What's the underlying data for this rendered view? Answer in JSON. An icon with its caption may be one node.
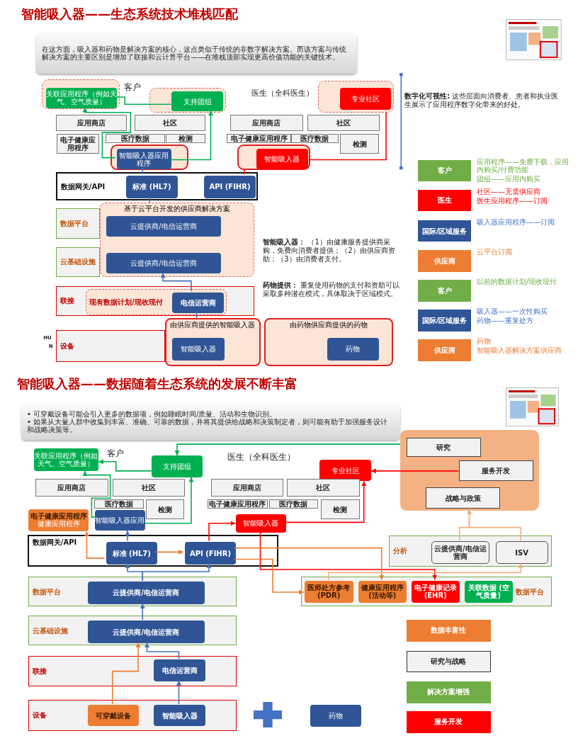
{
  "diagram": {
    "nodes": [
      {
        "text": [
          "在这方面，吸入器和药物是解决方案的核心，这点类似于传统的非数字解决方案。而该方案与传统解决方案的主要区别是增加了联接和云计算平台——在堆栈顶部实现更高价值功能的关键技术。"
        ]
      },
      {
        "text": [],
        "shape": "box"
      },
      {
        "text": [
          "关联应用程序（例如天气、空气质量）"
        ],
        "in": 1
      },
      {
        "text": [],
        "shape": "box"
      },
      {
        "text": [
          "支持团组"
        ],
        "in": 3
      },
      {
        "text": [],
        "shape": "box"
      },
      {
        "text": [
          "专业社区"
        ],
        "in": 5
      },
      {
        "text": [
          "应用商店"
        ]
      },
      {
        "text": [
          "社区"
        ]
      },
      {
        "text": [
          "应用商店"
        ]
      },
      {
        "text": [
          "社区"
        ]
      },
      {
        "text": [
          "电子健康应用程序"
        ]
      },
      {
        "text": [
          "医疗数据"
        ]
      },
      {
        "text": [
          "检测"
        ]
      },
      {
        "text": [
          "电子健康应用程序"
        ]
      },
      {
        "text": [
          "医疗数据"
        ]
      },
      {
        "text": [
          "检测"
        ]
      },
      {
        "text": [],
        "shape": "box"
      },
      {
        "text": [
          "智能吸入器应用程序"
        ],
        "in": 17
      },
      {
        "text": [],
        "shape": "box"
      },
      {
        "text": [
          "智能吸入器"
        ],
        "in": 19
      },
      {
        "text": [
          "数据网关/API"
        ]
      },
      {
        "text": [
          "标准 (HL7)"
        ],
        "in": 21
      },
      {
        "text": [
          "API (FIHR)"
        ],
        "in": 21
      },
      {
        "text": [
          "数据平台"
        ]
      },
      {
        "text": [
          "云基础设施"
        ]
      },
      {
        "text": [
          "基于云平台开发的供应商解决方案"
        ]
      },
      {
        "text": [
          "云提供商/电信运营商"
        ],
        "in": 26
      },
      {
        "text": [
          "云提供商/电信运营商"
        ],
        "in": 26
      },
      {
        "text": [
          "联接"
        ]
      },
      {
        "text": [
          "设备"
        ]
      },
      {
        "text": [
          "现有数据计划/现收现付"
        ],
        "in": 29
      },
      {
        "text": [
          "电信运营商"
        ],
        "in": 31
      },
      {
        "text": [
          "由供应商提供的智能吸入器"
        ]
      },
      {
        "text": [
          "智能吸入器"
        ],
        "in": 33
      },
      {
        "text": [
          "由药物供应商提供的药物"
        ]
      },
      {
        "text": [
          "药物"
        ],
        "in": 35
      },
      {
        "text": [
          "客户"
        ],
        "beside": [
          "应用程序——免费下载，应用内购买/付费功能",
          "团组——应用内购买"
        ]
      },
      {
        "text": [
          "医生"
        ],
        "beside": [
          "社区——无需供应商",
          "医生应用程序——订阅"
        ]
      },
      {
        "text": [
          "国际/区域服务"
        ],
        "beside": [
          "吸入器应用程序——订阅"
        ]
      },
      {
        "text": [
          "供应商"
        ],
        "beside": [
          "云平台订阅"
        ]
      },
      {
        "text": [
          "客户"
        ],
        "beside": [
          "以前的数据计划/现收现付"
        ]
      },
      {
        "text": [
          "国际/区域服务"
        ],
        "beside": [
          "吸入器——一次性购买",
          "药物——重复处方"
        ]
      },
      {
        "text": [
          "供应商"
        ],
        "beside": [
          "药物",
          "智能吸入器解决方案供应商"
        ]
      },
      {
        "text": [
          "• 可穿戴设备可能会引入更多的数据项，例如睡眠时间/质量、活动和生物识别。",
          "• 如果从大量人群中收集到丰富、准确、可靠的数据，并将其提供给战略和决策制定者，则可能有助于加强服务设计和战略决策等。"
        ]
      },
      {
        "text": [
          "关联应用程序（例如天气、空气质量）"
        ]
      },
      {
        "text": [
          "支持团组"
        ]
      },
      {
        "text": [
          "专业社区"
        ]
      },
      {
        "text": [],
        "shape": "box"
      },
      {
        "text": [
          "研究"
        ],
        "in": 48
      },
      {
        "text": [
          "服务开发"
        ],
        "in": 48
      },
      {
        "text": [
          "战略与政策"
        ],
        "in": 48
      },
      {
        "text": [
          "应用商店"
        ]
      },
      {
        "text": [
          "社区"
        ]
      },
      {
        "text": [
          "应用商店"
        ]
      },
      {
        "text": [
          "社区"
        ]
      },
      {
        "text": [
          "医疗数据"
        ]
      },
      {
        "text": [
          "检测"
        ]
      },
      {
        "text": [
          "电子健康应用程序"
        ]
      },
      {
        "text": [
          "医疗数据"
        ]
      },
      {
        "text": [
          "检测"
        ]
      },
      {
        "text": [
          "电子健康应用程序",
          "健康应用程序"
        ]
      },
      {
        "text": [
          "智能吸入器应用"
        ]
      },
      {
        "text": [
          "智能吸入器"
        ]
      },
      {
        "text": [
          "数据网关/API"
        ]
      },
      {
        "text": [
          "标准 (HL7)"
        ],
        "in": 64
      },
      {
        "text": [
          "API (FIHR)"
        ],
        "in": 64
      },
      {
        "text": [
          "分析"
        ]
      },
      {
        "text": [
          "云提供商/电信运营商"
        ],
        "in": 67
      },
      {
        "text": [
          "ISV"
        ],
        "in": 67
      },
      {
        "text": [
          "数据平台"
        ]
      },
      {
        "text": [
          "云提供商/电信运营商"
        ],
        "in": 70
      },
      {
        "text": [
          "数据平台"
        ]
      },
      {
        "text": [
          "医师处方参考 (PDR)"
        ],
        "in": 72
      },
      {
        "text": [
          "健康应用程序 (活动等)"
        ],
        "in": 72
      },
      {
        "text": [
          "电子健康记录 (EHR)"
        ],
        "in": 72
      },
      {
        "text": [
          "关联数据 (空气质量)"
        ],
        "in": 72
      },
      {
        "text": [
          "云基础设施"
        ]
      },
      {
        "text": [
          "云提供商/电信运营商"
        ],
        "in": 77
      },
      {
        "text": [
          "联接"
        ]
      },
      {
        "text": [
          "电信运营商"
        ],
        "in": 79
      },
      {
        "text": [
          "设备"
        ]
      },
      {
        "text": [
          "可穿戴设备"
        ],
        "in": 81
      },
      {
        "text": [
          "智能吸入器"
        ],
        "in": 81
      },
      {
        "text": [
          "药物"
        ]
      }
    ],
    "edges": [
      {
        "from": 18,
        "to": 2,
        "arrow": "to",
        "color": "#00b050"
      },
      {
        "from": 18,
        "to": 4,
        "arrow": "to",
        "color": "#00b050"
      },
      {
        "from": 4,
        "to": 2,
        "arrow": "none",
        "color": "#00b050"
      },
      {
        "from": 19,
        "to": 5,
        "arrow": "none",
        "color": "#ff0000"
      },
      {
        "from": 19,
        "to": 23,
        "arrow": "none",
        "color": "#ff0000"
      },
      {
        "from": 22,
        "to": 18,
        "arrow": "none"
      },
      {
        "from": 26,
        "to": 22,
        "arrow": "none"
      },
      {
        "from": 32,
        "to": 28,
        "arrow": "to"
      },
      {
        "from": 33,
        "to": 32,
        "arrow": "none"
      },
      {
        "from": 46,
        "to": 45,
        "arrow": "to",
        "color": "#00b050"
      },
      {
        "from": 62,
        "to": 45,
        "arrow": "to",
        "color": "#00b050"
      },
      {
        "from": 62,
        "to": 46,
        "arrow": "to",
        "color": "#00b050"
      },
      {
        "from": 48,
        "to": 46,
        "arrow": "to",
        "color": "#00b050"
      },
      {
        "from": 50,
        "to": 47,
        "arrow": "to",
        "color": "#ff0000"
      },
      {
        "from": 63,
        "to": 47,
        "arrow": "to",
        "color": "#ff0000"
      },
      {
        "from": 66,
        "to": 63,
        "arrow": "to",
        "color": "#ff0000"
      },
      {
        "from": 63,
        "to": 75,
        "arrow": "to",
        "color": "#ff0000"
      },
      {
        "from": 65,
        "to": 61,
        "arrow": "to",
        "color": "#ed7d31"
      },
      {
        "from": 65,
        "to": 66,
        "arrow": "to",
        "color": "#ed7d31"
      },
      {
        "from": 66,
        "to": 74,
        "arrow": "to",
        "color": "#ed7d31"
      },
      {
        "from": 66,
        "to": 73,
        "arrow": "to",
        "color": "#ed7d31"
      },
      {
        "from": 82,
        "to": 78,
        "arrow": "to",
        "color": "#ed7d31"
      },
      {
        "from": 73,
        "to": 69,
        "arrow": "to",
        "color": "#f4b183"
      },
      {
        "from": 68,
        "to": 51,
        "arrow": "to",
        "color": "#f4b183"
      },
      {
        "from": 69,
        "to": 51,
        "arrow": "to",
        "color": "#f4b183"
      },
      {
        "from": 65,
        "to": 62,
        "arrow": "to"
      },
      {
        "from": 71,
        "to": 65,
        "arrow": "to"
      },
      {
        "from": 71,
        "to": 66,
        "arrow": "to"
      },
      {
        "from": 78,
        "to": 71,
        "arrow": "to"
      },
      {
        "from": 80,
        "to": 78,
        "arrow": "to"
      },
      {
        "from": 83,
        "to": 80,
        "arrow": "to"
      }
    ],
    "labels": [
      "智能吸入器——生态系统技术堆栈匹配",
      "客户",
      "医生（全科医生）",
      "**数字化可视性:** 这些层面向消费者、患者和执业医生展示了应用程序数字化带来的好处。",
      "**智能吸入器：** （1）由健康服务提供商采购，免费向消费者提供；（2）由供应商资助；（3）由消费者支付。",
      "**药物提供：** 重复使用药物的支付和资助可以采取多种潜在模式，具体取决于区域模式。",
      "HU",
      "N",
      "智能吸入器——数据随着生态系统的发展不断丰富",
      "客户",
      "医生（全科医生）"
    ],
    "legend": [
      {
        "text": "数据丰富性",
        "color": "#ed7d31"
      },
      {
        "text": "研究与战略",
        "color": "#f2f2f2"
      },
      {
        "text": "解决方案增强",
        "color": "#70ad47"
      },
      {
        "text": "服务开发",
        "color": "#ff0000"
      }
    ]
  }
}
